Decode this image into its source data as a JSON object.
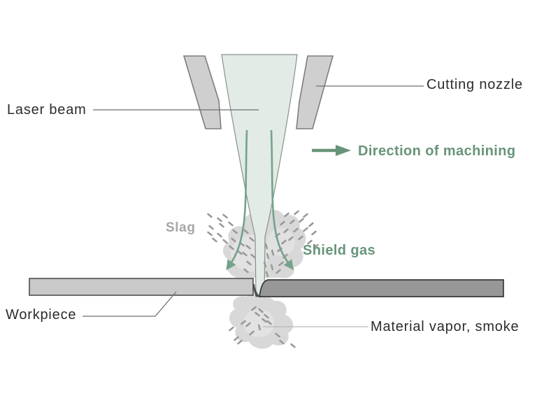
{
  "diagram": {
    "labels": {
      "laser_beam": "Laser beam",
      "cutting_nozzle": "Cutting nozzle",
      "direction_of_machining": "Direction of machining",
      "slag": "Slag",
      "shield_gas": "Shield gas",
      "workpiece": "Workpiece",
      "material_vapor": "Material vapor, smoke"
    },
    "colors": {
      "background": "#ffffff",
      "label_text": "#2c2c2c",
      "accent_green": "#679478",
      "gas_green": "#74a38a",
      "slag_label_gray": "#a6a6a6",
      "particle_gray": "#9a9a9a",
      "beam_fill": "#e2ebe5",
      "beam_outline": "#88918c",
      "nozzle_fill": "#cfcfcf",
      "nozzle_outline": "#7d7d7d",
      "workpiece_light": "#c9c9c9",
      "workpiece_dark": "#979797",
      "workpiece_outline": "#454545",
      "smoke_gray": "#d8d8d8",
      "leader_line": "#6f6f6f"
    }
  }
}
